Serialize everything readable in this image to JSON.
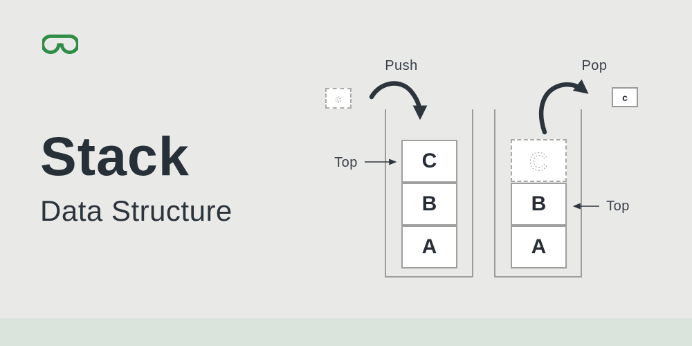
{
  "heading": {
    "title": "Stack",
    "subtitle": "Data Structure"
  },
  "push_diagram": {
    "action_label": "Push",
    "pointer_label": "Top",
    "incoming_item": "c",
    "items": [
      "C",
      "B",
      "A"
    ]
  },
  "pop_diagram": {
    "action_label": "Pop",
    "pointer_label": "Top",
    "removed_ghost": "C",
    "popped_item": "c",
    "items": [
      "B",
      "A"
    ]
  },
  "icons": {
    "logo": "geeksforgeeks-logo",
    "push_arrow": "curved-arrow-down",
    "pop_arrow": "curved-arrow-up-right",
    "top_pointers": "straight-arrow"
  },
  "colors": {
    "brand_green": "#2f8d46",
    "ink": "#2c343c",
    "background": "#e9eae8",
    "footer_strip": "#dbe3dd",
    "box_border": "#9f9f9f",
    "box_fill": "#ffffff"
  }
}
